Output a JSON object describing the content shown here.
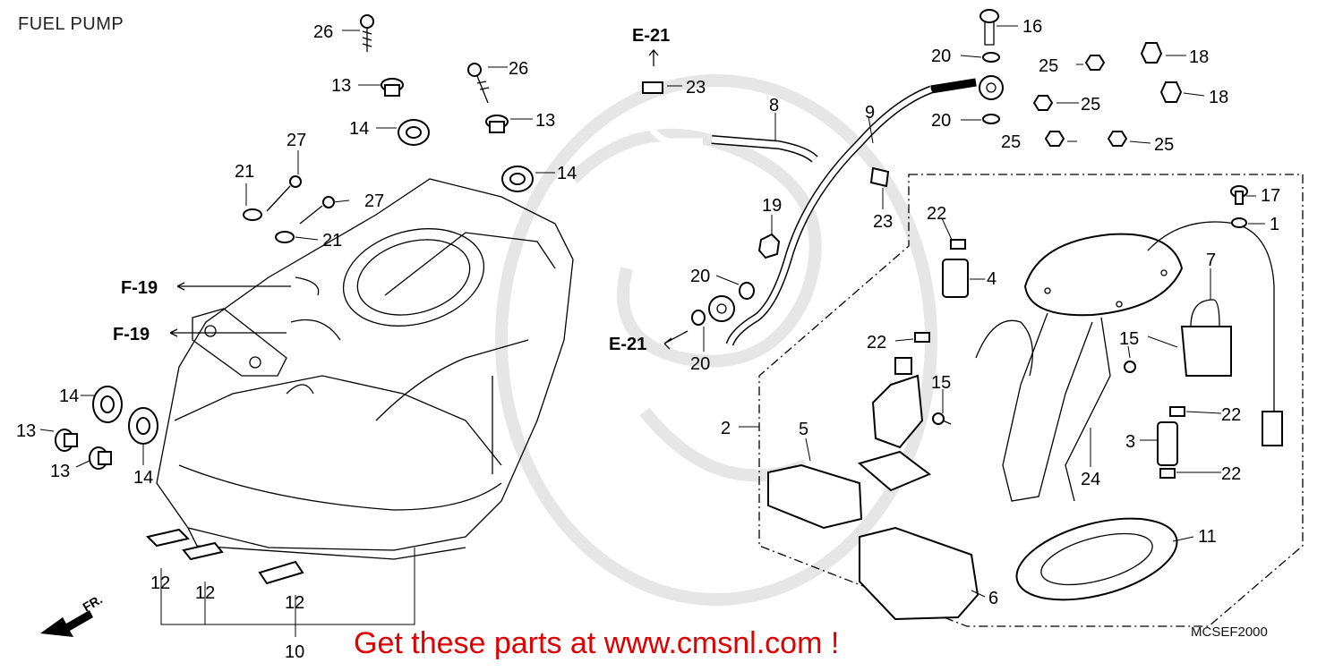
{
  "title": "FUEL PUMP",
  "footer_text": "Get these parts at www.cmsnl.com !",
  "diagram_code": "MCSEF2000",
  "front_arrow_label": "FR.",
  "ref_labels": {
    "e21_top": "E-21",
    "e21_bottom": "E-21",
    "f19_upper": "F-19",
    "f19_lower": "F-19"
  },
  "callouts": {
    "c1": "1",
    "c2": "2",
    "c3": "3",
    "c4": "4",
    "c5": "5",
    "c6": "6",
    "c7": "7",
    "c8": "8",
    "c9": "9",
    "c10": "10",
    "c11": "11",
    "c12a": "12",
    "c12b": "12",
    "c12c": "12",
    "c13a": "13",
    "c13b": "13",
    "c13c": "13",
    "c13d": "13",
    "c14a": "14",
    "c14b": "14",
    "c14c": "14",
    "c14d": "14",
    "c15a": "15",
    "c15b": "15",
    "c16": "16",
    "c17": "17",
    "c18a": "18",
    "c18b": "18",
    "c19": "19",
    "c20a": "20",
    "c20b": "20",
    "c20c": "20",
    "c20d": "20",
    "c21a": "21",
    "c21b": "21",
    "c22a": "22",
    "c22b": "22",
    "c22c": "22",
    "c22d": "22",
    "c23a": "23",
    "c23b": "23",
    "c24": "24",
    "c25a": "25",
    "c25b": "25",
    "c25c": "25",
    "c25d": "25",
    "c26a": "26",
    "c26b": "26",
    "c27a": "27",
    "c27b": "27"
  }
}
